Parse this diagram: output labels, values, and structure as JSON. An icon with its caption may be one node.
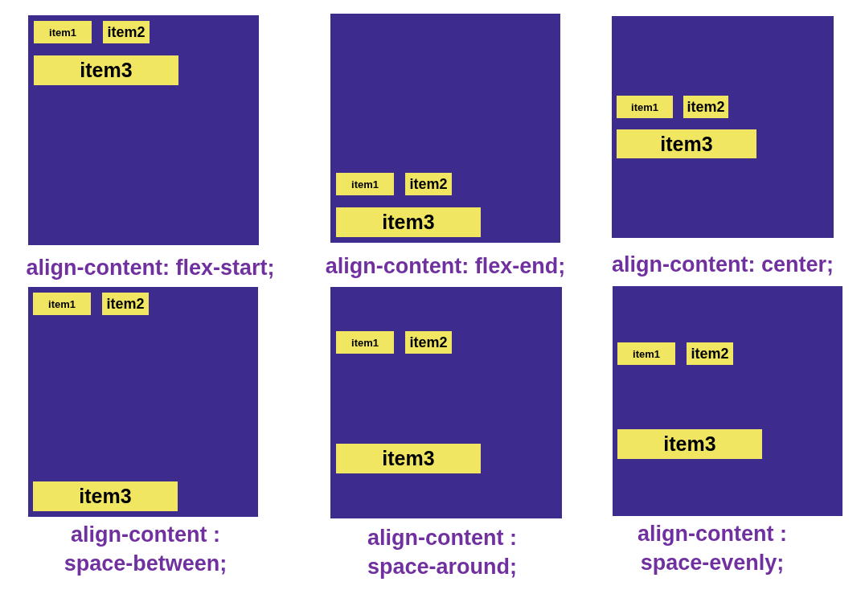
{
  "diagram": {
    "nodes": [
      {
        "text": [
          "align-content: flex-start;"
        ]
      },
      {
        "text": [
          "item1"
        ],
        "in": 0
      },
      {
        "text": [
          "item2"
        ],
        "in": 0
      },
      {
        "text": [
          "item3"
        ],
        "in": 0
      },
      {
        "text": [
          "align-content: flex-end;"
        ]
      },
      {
        "text": [
          "item1"
        ],
        "in": 4
      },
      {
        "text": [
          "item2"
        ],
        "in": 4
      },
      {
        "text": [
          "item3"
        ],
        "in": 4
      },
      {
        "text": [
          "align-content: center;"
        ]
      },
      {
        "text": [
          "item1"
        ],
        "in": 8
      },
      {
        "text": [
          "item2"
        ],
        "in": 8
      },
      {
        "text": [
          "item3"
        ],
        "in": 8
      },
      {
        "text": [
          "align-content : space-between;"
        ]
      },
      {
        "text": [
          "item1"
        ],
        "in": 12
      },
      {
        "text": [
          "item2"
        ],
        "in": 12
      },
      {
        "text": [
          "item3"
        ],
        "in": 12
      },
      {
        "text": [
          "align-content : space-around;"
        ]
      },
      {
        "text": [
          "item1"
        ],
        "in": 16
      },
      {
        "text": [
          "item2"
        ],
        "in": 16
      },
      {
        "text": [
          "item3"
        ],
        "in": 16
      },
      {
        "text": [
          "align-content : space-evenly;"
        ]
      },
      {
        "text": [
          "item1"
        ],
        "in": 20
      },
      {
        "text": [
          "item2"
        ],
        "in": 20
      },
      {
        "text": [
          "item3"
        ],
        "in": 20
      }
    ]
  }
}
